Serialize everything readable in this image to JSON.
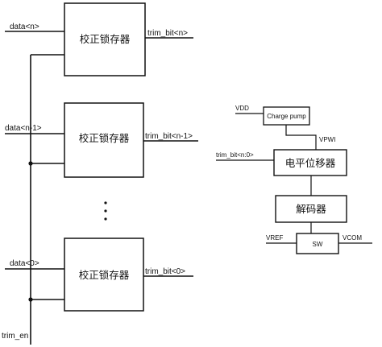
{
  "latches": [
    {
      "input": "data<n>",
      "label": "校正锁存器",
      "output": "trim_bit<n>"
    },
    {
      "input": "data<n-1>",
      "label": "校正锁存器",
      "output": "trim_bit<n-1>"
    },
    {
      "input": "data<0>",
      "label": "校正锁存器",
      "output": "trim_bit<0>"
    }
  ],
  "enable_label": "trim_en",
  "right_diagram": {
    "vdd": "VDD",
    "charge_pump": "Charge pump",
    "vpwi": "VPWI",
    "trim_input": "trim_bit<n:0>",
    "level_shifter": "电平位移器",
    "decoder": "解码器",
    "switch": "SW",
    "vref": "VREF",
    "vcom": "VCOM"
  }
}
